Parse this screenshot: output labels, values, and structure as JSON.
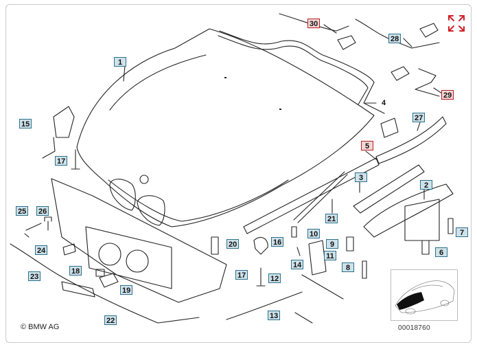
{
  "copyright": "© BMW AG",
  "diagram_number": "00018760",
  "expand_icon": "expand-arrows-icon",
  "colors": {
    "label_fill": "#cfe2ea",
    "label_border": "#2a6f8a",
    "highlight_border": "#b51e1e",
    "expand_icon": "#d0212a"
  },
  "labels": [
    {
      "id": "1",
      "text": "1"
    },
    {
      "id": "2",
      "text": "2"
    },
    {
      "id": "3",
      "text": "3"
    },
    {
      "id": "4",
      "text": "4"
    },
    {
      "id": "5",
      "text": "5"
    },
    {
      "id": "6",
      "text": "6"
    },
    {
      "id": "7",
      "text": "7"
    },
    {
      "id": "8",
      "text": "8"
    },
    {
      "id": "9",
      "text": "9"
    },
    {
      "id": "10",
      "text": "10"
    },
    {
      "id": "11",
      "text": "11"
    },
    {
      "id": "12",
      "text": "12"
    },
    {
      "id": "13",
      "text": "13"
    },
    {
      "id": "14",
      "text": "14"
    },
    {
      "id": "15",
      "text": "15"
    },
    {
      "id": "16",
      "text": "16"
    },
    {
      "id": "17a",
      "text": "17"
    },
    {
      "id": "17b",
      "text": "17"
    },
    {
      "id": "18",
      "text": "18"
    },
    {
      "id": "19",
      "text": "19"
    },
    {
      "id": "20",
      "text": "20"
    },
    {
      "id": "21",
      "text": "21"
    },
    {
      "id": "22",
      "text": "22"
    },
    {
      "id": "23",
      "text": "23"
    },
    {
      "id": "24",
      "text": "24"
    },
    {
      "id": "25",
      "text": "25"
    },
    {
      "id": "26",
      "text": "26"
    },
    {
      "id": "27",
      "text": "27"
    },
    {
      "id": "28",
      "text": "28"
    },
    {
      "id": "29",
      "text": "29"
    },
    {
      "id": "30",
      "text": "30"
    }
  ]
}
